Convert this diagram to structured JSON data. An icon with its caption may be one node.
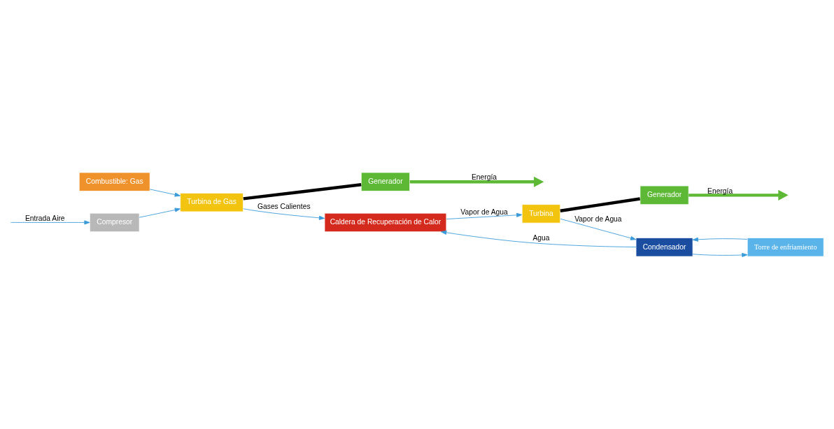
{
  "diagram": {
    "nodes": [
      {
        "text": [
          "Compresor"
        ]
      },
      {
        "text": [
          "Turbina de Gas"
        ]
      },
      {
        "text": [
          "Combustible: Gas"
        ]
      },
      {
        "text": [
          "Generador"
        ]
      },
      {
        "text": [
          "Caldera de Recuperación de Calor"
        ]
      },
      {
        "text": [
          "Generador"
        ]
      },
      {
        "text": [
          "Turbina"
        ]
      },
      {
        "text": [
          "Condensador"
        ]
      },
      {
        "text": [
          "Torre de enfriamiento"
        ]
      }
    ],
    "edges": [
      {
        "from": null,
        "to": 0,
        "arrow": "to",
        "label": "Entrada Aire"
      },
      {
        "from": 0,
        "to": 1,
        "arrow": "to"
      },
      {
        "from": 2,
        "to": 1,
        "arrow": "to"
      },
      {
        "from": 1,
        "to": 3,
        "arrow": "none",
        "style": "thick",
        "color": "#000000"
      },
      {
        "from": 3,
        "to": null,
        "arrow": "to",
        "label": "Energía",
        "style": "thick",
        "color": "#5db935"
      },
      {
        "from": 1,
        "to": 4,
        "arrow": "to",
        "label": "Gases Calientes"
      },
      {
        "from": 4,
        "to": 6,
        "arrow": "to",
        "label": "Vapor de Agua"
      },
      {
        "from": 6,
        "to": 5,
        "arrow": "none",
        "style": "thick",
        "color": "#000000"
      },
      {
        "from": 5,
        "to": null,
        "arrow": "to",
        "label": "Energía",
        "style": "thick",
        "color": "#5db935"
      },
      {
        "from": 6,
        "to": 7,
        "arrow": "to",
        "label": "Vapor de Agua"
      },
      {
        "from": 7,
        "to": 8,
        "arrow": "to"
      },
      {
        "from": 8,
        "to": 7,
        "arrow": "to"
      },
      {
        "from": 7,
        "to": 4,
        "arrow": "to",
        "label": "Agua"
      }
    ]
  }
}
